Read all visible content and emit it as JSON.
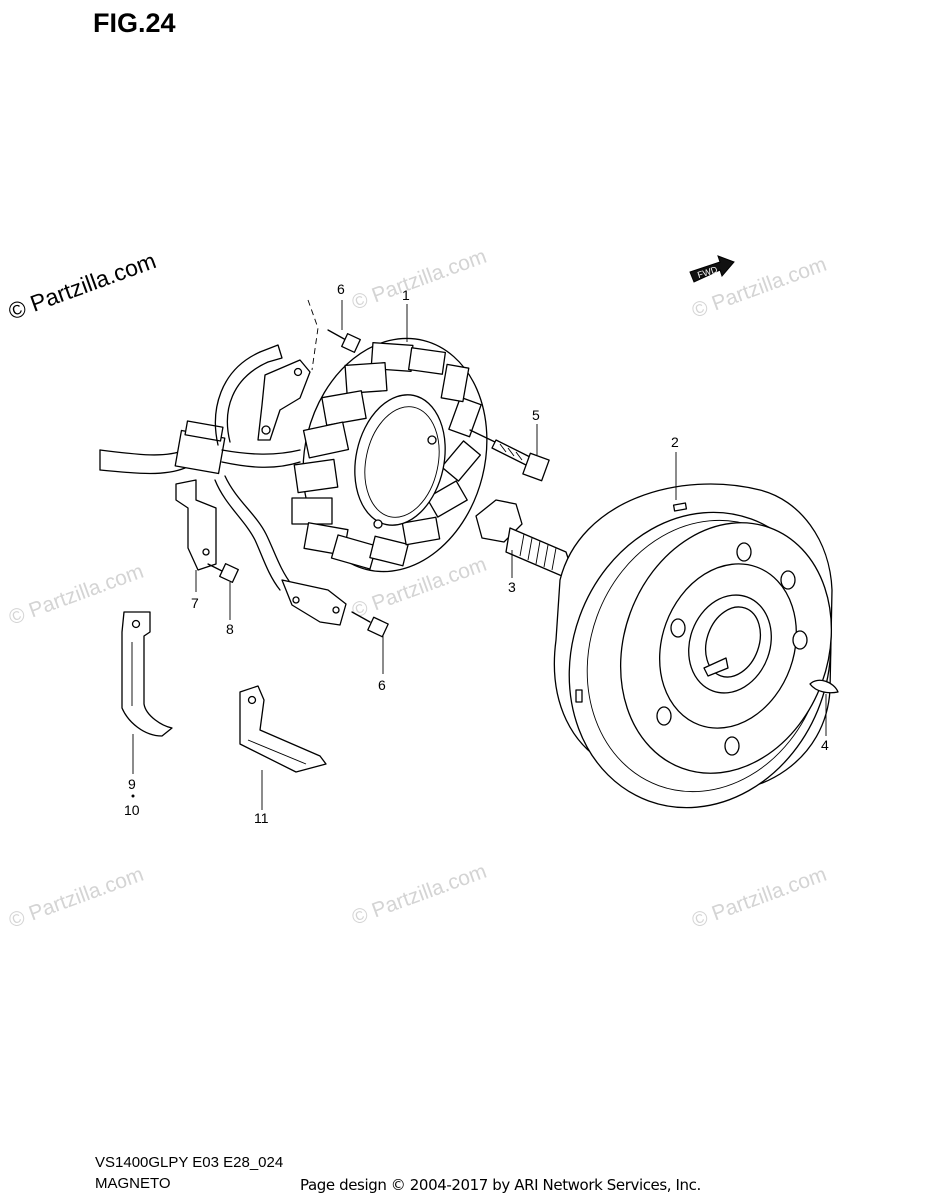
{
  "figure": {
    "title": "FIG.24",
    "model_code": "VS1400GLPY E03 E28_024",
    "section": "MAGNETO",
    "footer": "Page design © 2004-2017 by ARI Network Services, Inc.",
    "fwd_label": "FWD"
  },
  "watermark": {
    "text": "© Partzilla.com"
  },
  "callouts": [
    "1",
    "2",
    "3",
    "4",
    "5",
    "6",
    "6",
    "7",
    "8",
    "9",
    "10",
    "11"
  ]
}
